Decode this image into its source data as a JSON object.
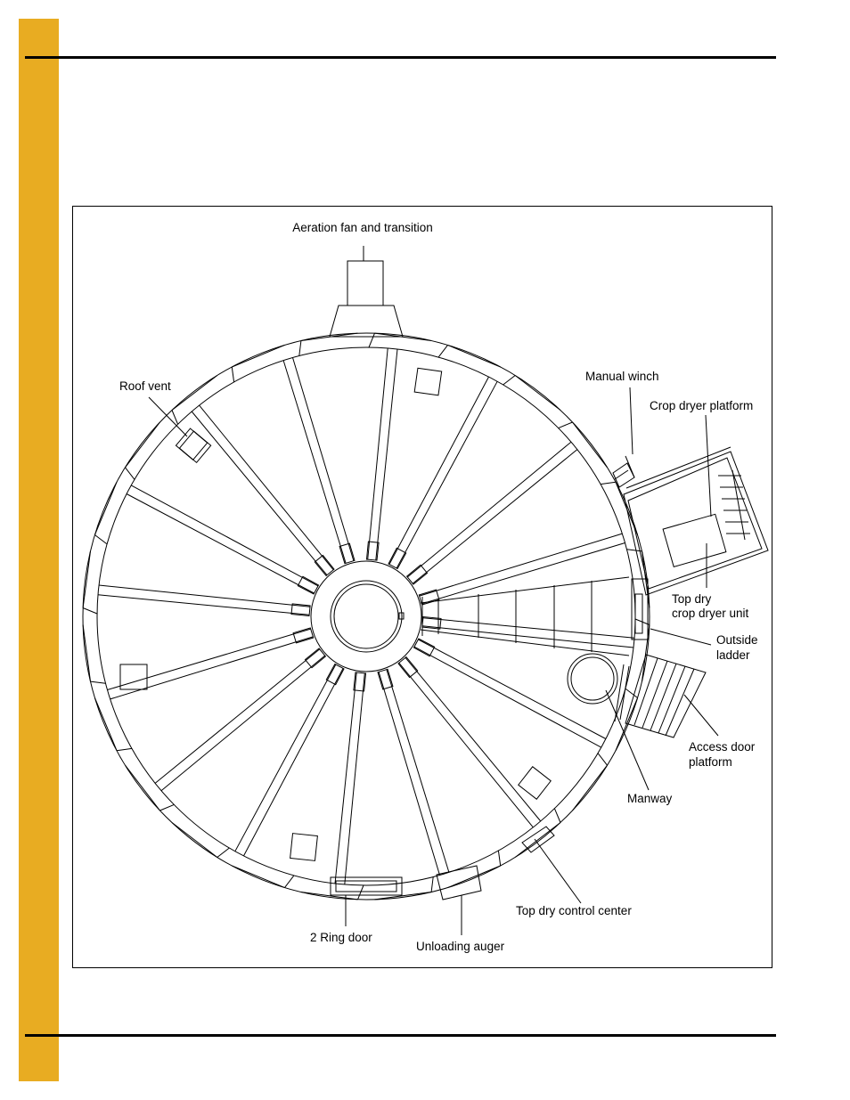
{
  "colors": {
    "accent_tab": "#e8ac22",
    "rule": "#000000",
    "line": "#000000"
  },
  "labels": {
    "aeration_fan": "Aeration fan and transition",
    "roof_vent": "Roof vent",
    "manual_winch": "Manual winch",
    "crop_dryer_platform": "Crop dryer platform",
    "top_dry_unit_line1": "Top dry",
    "top_dry_unit_line2": "crop dryer unit",
    "outside_ladder_line1": "Outside",
    "outside_ladder_line2": "ladder",
    "access_door_line1": "Access door",
    "access_door_line2": "platform",
    "manway": "Manway",
    "control_center": "Top dry control center",
    "ring_door": "2 Ring door",
    "unloading_auger": "Unloading auger"
  }
}
